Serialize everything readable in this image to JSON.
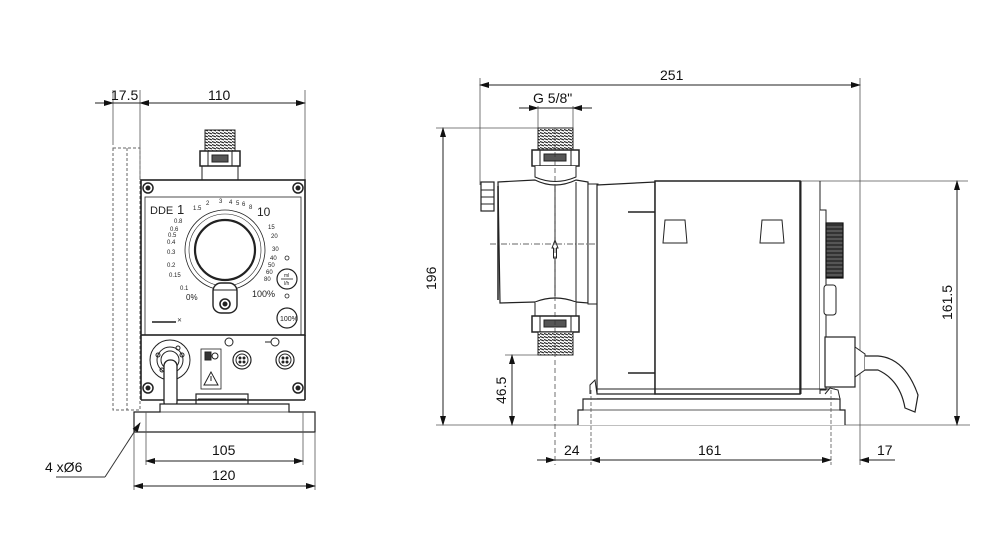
{
  "drawing": {
    "type": "dimensional drawing",
    "subject": "dosing pump",
    "views": [
      "front-view",
      "side-view"
    ]
  },
  "front_view": {
    "panel": {
      "model_label": "DDE",
      "scale_left": [
        "1",
        "0.8",
        "0.6",
        "0.5",
        "0.4",
        "0.3",
        "0.2",
        "0.15",
        "0.1",
        "0%"
      ],
      "scale_top": [
        "1.5",
        "2",
        "3",
        "4",
        "5",
        "6",
        "8",
        "10"
      ],
      "scale_right": [
        "15",
        "20",
        "30",
        "40",
        "50",
        "60",
        "80",
        "100%"
      ],
      "button_100_label": "100%",
      "unit_button_top": "ml",
      "unit_button_bottom": "l/h"
    },
    "dimensions": {
      "back_offset": "17.5",
      "width_top": "110",
      "foot_inner": "105",
      "foot_outer": "120",
      "holes": "4 xØ6"
    }
  },
  "side_view": {
    "dimensions": {
      "overall_length": "251",
      "thread": "G 5/8\"",
      "overall_height": "196",
      "body_height": "161.5",
      "inlet_height": "46.5",
      "inlet_offset": "24",
      "foot_span": "161",
      "rear_offset": "17"
    }
  },
  "colors": {
    "line": "#222222",
    "thin_line": "#555555",
    "background": "#ffffff",
    "dark_part": "#333333"
  }
}
